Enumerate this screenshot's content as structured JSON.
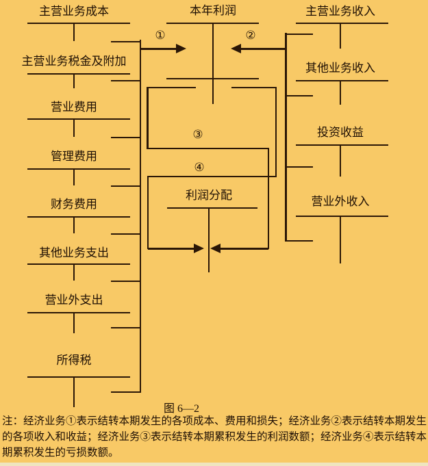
{
  "figure": {
    "caption": "图 6—2",
    "note_lines": [
      "注：经济业务①表示结转本期发生的各项成本、费用和损失；经济业务②表示结转本期发生",
      "的各项收入和收益；经济业务③表示结转本期累积发生的利润数额；经济业务④表示结转本",
      "期累积发生的亏损数额。"
    ]
  },
  "accounts": {
    "left": [
      "主营业务成本",
      "主营业务税金及附加",
      "营业费用",
      "管理费用",
      "财务费用",
      "其他业务支出",
      "营业外支出",
      "所得税"
    ],
    "center": [
      "本年利润",
      "利润分配"
    ],
    "right": [
      "主营业务收入",
      "其他业务收入",
      "投资收益",
      "营业外收入"
    ]
  },
  "flow_labels": {
    "n1": "①",
    "n2": "②",
    "n3": "③",
    "n4": "④"
  },
  "colors": {
    "background": "#F8C966",
    "line": "#2A1606",
    "text": "#1E0F04",
    "footer_strip": "#EFE5BF"
  }
}
